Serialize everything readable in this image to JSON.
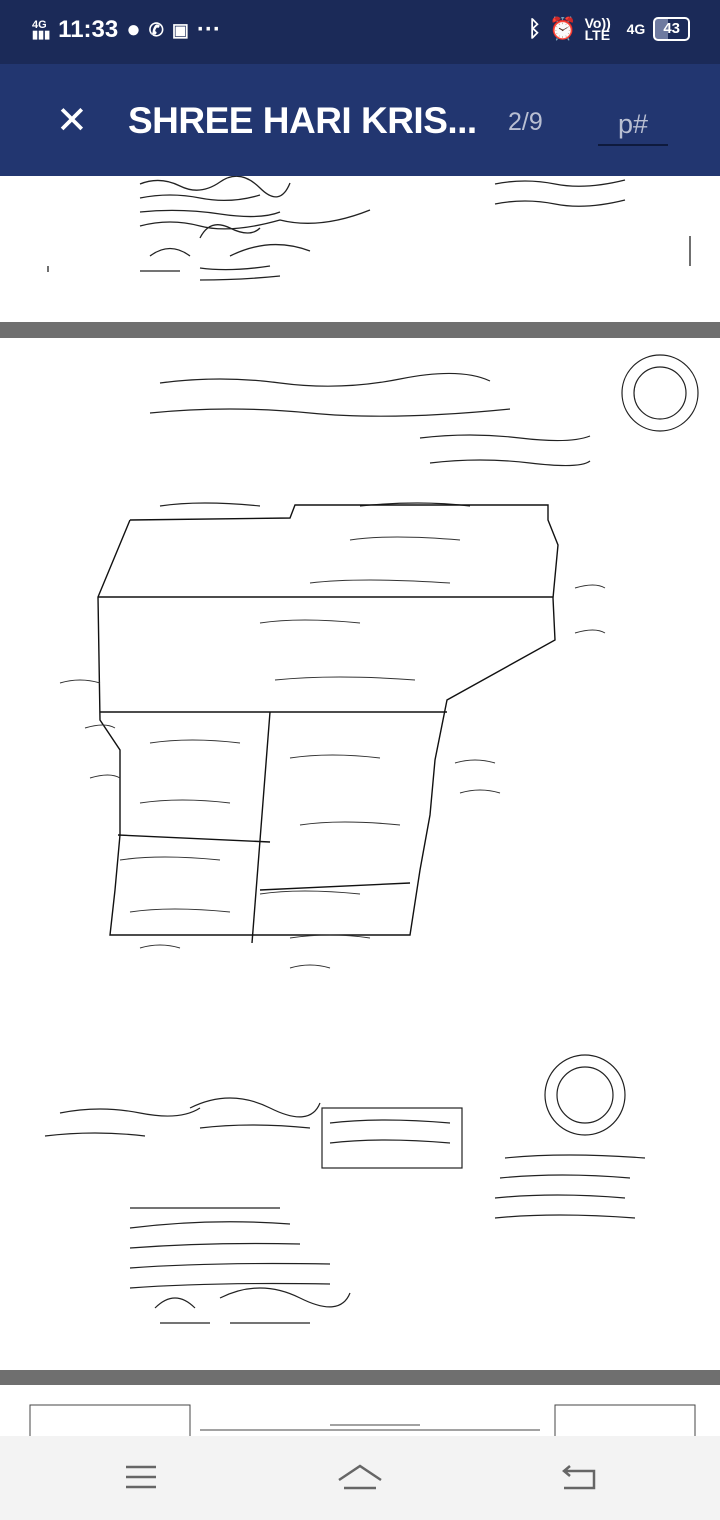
{
  "status_bar": {
    "network": "4G",
    "time": "11:33",
    "volte": "Vo)) LTE",
    "data_network": "4G",
    "battery": "43",
    "icons": [
      "signal-icon",
      "chat-icon",
      "whatsapp-icon",
      "gallery-icon",
      "more-icon",
      "bluetooth-icon",
      "alarm-icon",
      "battery-icon"
    ]
  },
  "header": {
    "title": "SHREE HARI KRIS...",
    "page_indicator": "2/9",
    "page_input_placeholder": "p#",
    "colors": {
      "status_bar": "#1b2a58",
      "toolbar": "#223670"
    }
  },
  "navbar": {
    "icons": [
      "menu-icon",
      "home-icon",
      "back-icon"
    ]
  }
}
